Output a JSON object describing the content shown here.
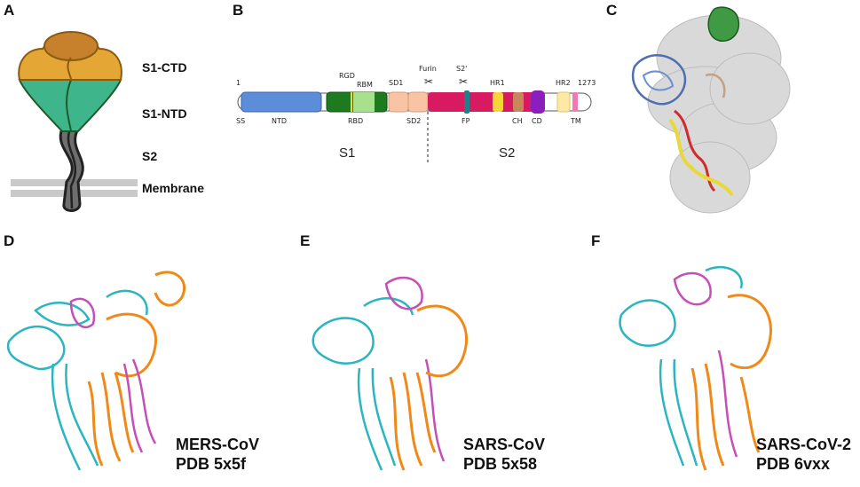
{
  "panels": {
    "a": {
      "letter": "A",
      "labels": [
        "S1-CTD",
        "S1-NTD",
        "S2",
        "Membrane"
      ]
    },
    "b": {
      "letter": "B",
      "start": "1",
      "end": "1273",
      "top_labels": [
        "RGD",
        "RBM",
        "SD1",
        "Furin",
        "S2'",
        "HR1",
        "HR2"
      ],
      "bottom_labels": [
        "SS",
        "NTD",
        "RBD",
        "SD2",
        "FP",
        "CH",
        "CD",
        "TM"
      ],
      "sections": [
        "S1",
        "S2"
      ],
      "colors": {
        "NTD": "#5b8dd9",
        "RBD": "#1e7a1e",
        "RBM": "#a8e08c",
        "SD": "#f8c4a4",
        "S2": "#d81b60",
        "FP": "#1f7f8a",
        "HR1": "#f6d637",
        "CH": "#c8875a",
        "CD": "#8b1fbd",
        "HR2": "#fde9a6",
        "TM": "#f07ab0"
      }
    },
    "c": {
      "letter": "C"
    },
    "d": {
      "letter": "D",
      "caption_line1": "MERS-CoV",
      "caption_line2": "PDB 5x5f"
    },
    "e": {
      "letter": "E",
      "caption_line1": "SARS-CoV",
      "caption_line2": "PDB 5x58"
    },
    "f": {
      "letter": "F",
      "caption_line1": "SARS-CoV-2",
      "caption_line2": "PDB 6vxx"
    }
  },
  "chain_colors": {
    "chain_a": "#2bb5c0",
    "chain_b": "#ef8a1a",
    "chain_c": "#c44fb6"
  }
}
